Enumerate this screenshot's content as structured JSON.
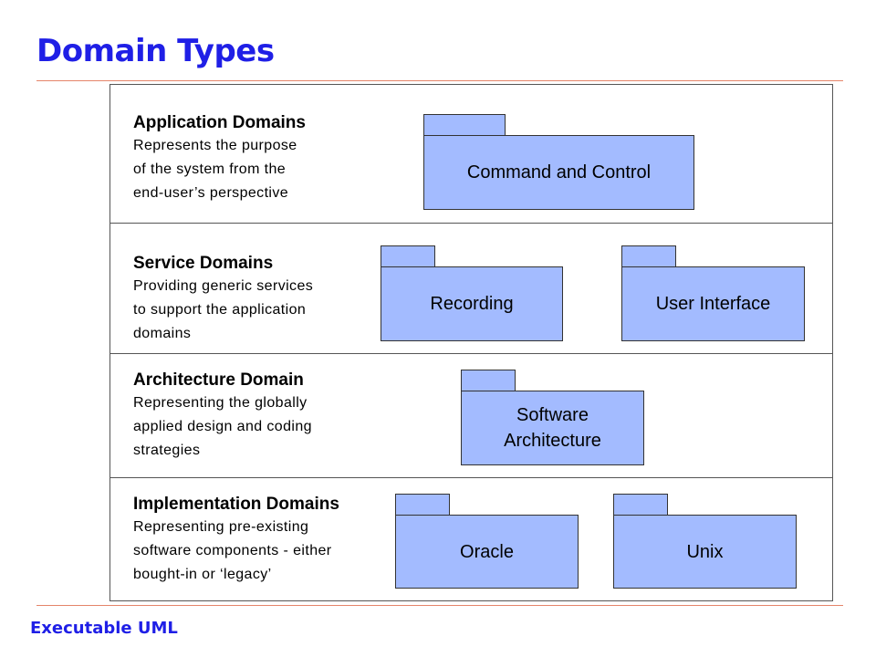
{
  "page": {
    "title": "Domain Types",
    "footer": "Executable UML"
  },
  "colors": {
    "title_blue": "#1f1fe6",
    "rule_orange": "#e5856a",
    "package_fill": "#a3bbff",
    "outline": "#333333"
  },
  "domains": [
    {
      "heading": "Application Domains",
      "description": "Represents the purpose\nof the system from the\nend-user’s perspective",
      "packages": [
        "Command and Control"
      ]
    },
    {
      "heading": "Service Domains",
      "description": "Providing generic services\nto support the application\ndomains",
      "packages": [
        "Recording",
        "User Interface"
      ]
    },
    {
      "heading": "Architecture Domain",
      "description": "Representing the globally\napplied design and coding\nstrategies",
      "packages": [
        "Software\nArchitecture"
      ]
    },
    {
      "heading": "Implementation Domains",
      "description": "Representing pre-existing\nsoftware components - either\nbought-in or ‘legacy’",
      "packages": [
        "Oracle",
        "Unix"
      ]
    }
  ]
}
